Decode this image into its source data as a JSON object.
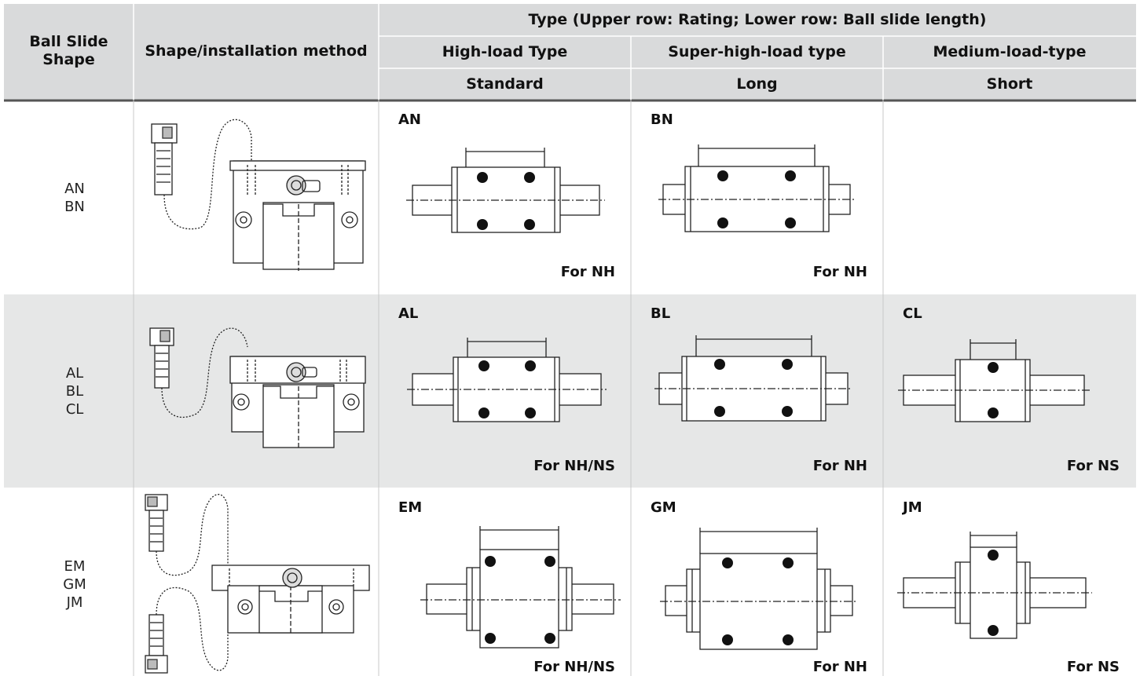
{
  "header": {
    "col1": "Ball Slide\nShape",
    "col2": "Shape/installation method",
    "type_title": "Type (Upper row: Rating; Lower row: Ball slide length)",
    "ratings": [
      "High-load Type",
      "Super-high-load type",
      "Medium-load-type"
    ],
    "lengths": [
      "Standard",
      "Long",
      "Short"
    ]
  },
  "rows": [
    {
      "codes": [
        "AN",
        "BN"
      ],
      "cells": [
        {
          "code": "AN",
          "usage": "For NH"
        },
        {
          "code": "BN",
          "usage": "For NH"
        },
        {
          "code": "",
          "usage": ""
        }
      ]
    },
    {
      "codes": [
        "AL",
        "BL",
        "CL"
      ],
      "cells": [
        {
          "code": "AL",
          "usage": "For NH/NS"
        },
        {
          "code": "BL",
          "usage": "For NH"
        },
        {
          "code": "CL",
          "usage": "For NS"
        }
      ]
    },
    {
      "codes": [
        "EM",
        "GM",
        "JM"
      ],
      "cells": [
        {
          "code": "EM",
          "usage": "For NH/NS"
        },
        {
          "code": "GM",
          "usage": "For NH"
        },
        {
          "code": "JM",
          "usage": "For NS"
        }
      ]
    }
  ],
  "colors": {
    "header_bg": "#d9dadb",
    "shaded_row_bg": "#e6e7e7",
    "rule": "#555555"
  },
  "icons": [
    "hex-socket-bolt-icon",
    "ball-slide-end-view-icon",
    "ball-slide-top-view-icon"
  ]
}
